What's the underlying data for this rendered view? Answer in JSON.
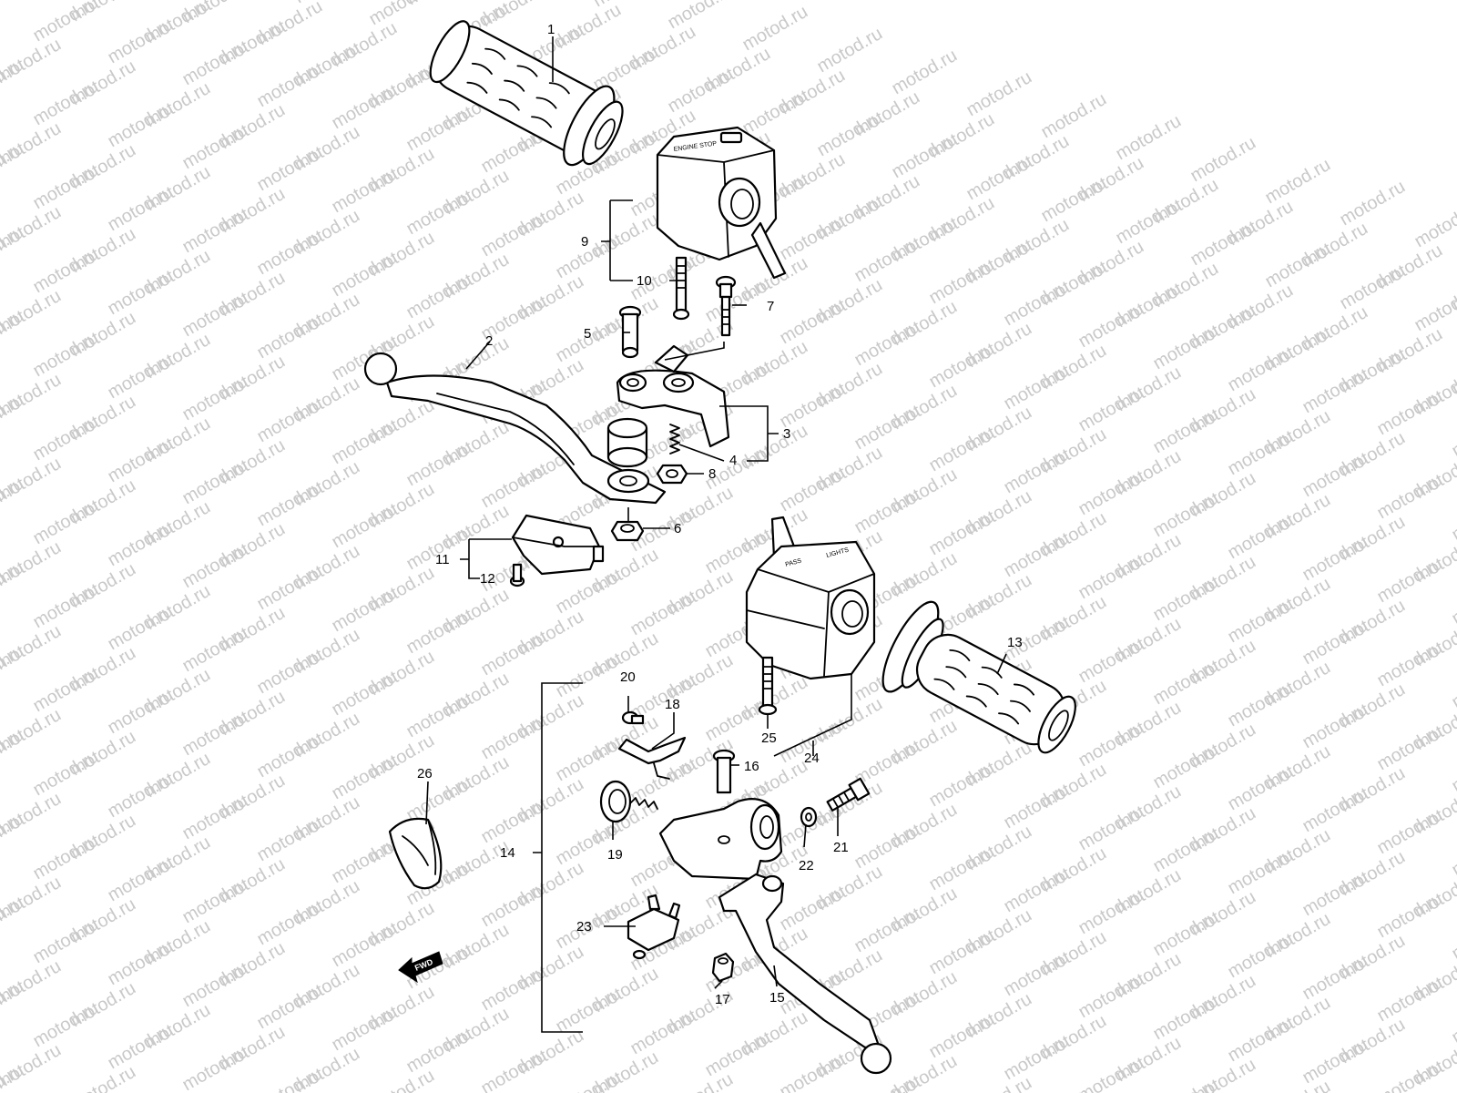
{
  "watermark": {
    "text": "motod.ru"
  },
  "callouts": {
    "c1": "1",
    "c2": "2",
    "c3": "3",
    "c4": "4",
    "c5": "5",
    "c6": "6",
    "c7": "7",
    "c8": "8",
    "c9": "9",
    "c10": "10",
    "c11": "11",
    "c12": "12",
    "c13": "13",
    "c14": "14",
    "c15": "15",
    "c16": "16",
    "c17": "17",
    "c18": "18",
    "c19": "19",
    "c20": "20",
    "c21": "21",
    "c22": "22",
    "c23": "23",
    "c24": "24",
    "c25": "25",
    "c26": "26"
  },
  "markings": {
    "fwd": "FWD",
    "pass": "PASS",
    "lights": "LIGHTS",
    "engine_stop": "ENGINE STOP"
  },
  "colors": {
    "line": "#000000",
    "watermark": "#c9c9c9",
    "background": "#ffffff"
  }
}
